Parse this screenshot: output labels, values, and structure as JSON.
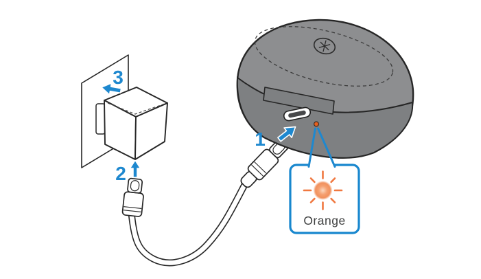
{
  "figure": {
    "type": "device-charging-instruction",
    "steps": [
      {
        "label": "1",
        "meaning": "connect-cable-to-case-port"
      },
      {
        "label": "2",
        "meaning": "connect-cable-to-power-adapter"
      },
      {
        "label": "3",
        "meaning": "plug-adapter-into-outlet"
      }
    ],
    "callout": {
      "label": "Orange"
    },
    "icons": {
      "brand_logo": "yamaha-logo",
      "led_state": "glowing-led",
      "arrows": "blue-direction-arrow"
    },
    "colors": {
      "accent_blue": "#1E88CF",
      "callout_border": "#1887CE",
      "led_orange": "#E6601F",
      "ray_orange": "#F07840",
      "case_lid_gray": "#8D8E90",
      "case_body_gray": "#7E8082"
    }
  }
}
